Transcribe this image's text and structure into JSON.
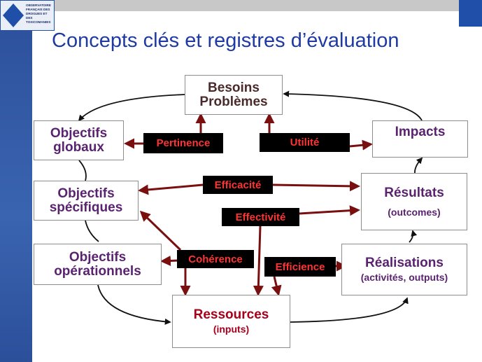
{
  "slide": {
    "title": "Concepts clés et registres d’évaluation",
    "logo_text": "OBSERVATOIRE FRANÇAIS DES DROGUES ET DES TOXICOMANIES"
  },
  "boxes": {
    "besoins": [
      "Besoins",
      "Problèmes"
    ],
    "objectifs_globaux": [
      "Objectifs",
      "globaux"
    ],
    "objectifs_specifiques": [
      "Objectifs",
      "spécifiques"
    ],
    "objectifs_operationnels": [
      "Objectifs",
      "opérationnels"
    ],
    "ressources": [
      "Ressources",
      "(inputs)"
    ],
    "realisations": [
      "Réalisations",
      "(activités, outputs)"
    ],
    "resultats": [
      "Résultats",
      "(outcomes)"
    ],
    "impacts": "Impacts"
  },
  "registres": {
    "pertinence": "Pertinence",
    "utilite": "Utilité",
    "efficacite": "Efficacité",
    "effectivite": "Effectivité",
    "coherence": "Cohérence",
    "efficience": "Efficience"
  },
  "colors": {
    "title": "#1f3aa3",
    "arrow": "#7a0f0f",
    "register_bg": "#000000",
    "register_text": "#ff3333",
    "box_text": "#5a2370",
    "accent_red": "#a8001a"
  }
}
